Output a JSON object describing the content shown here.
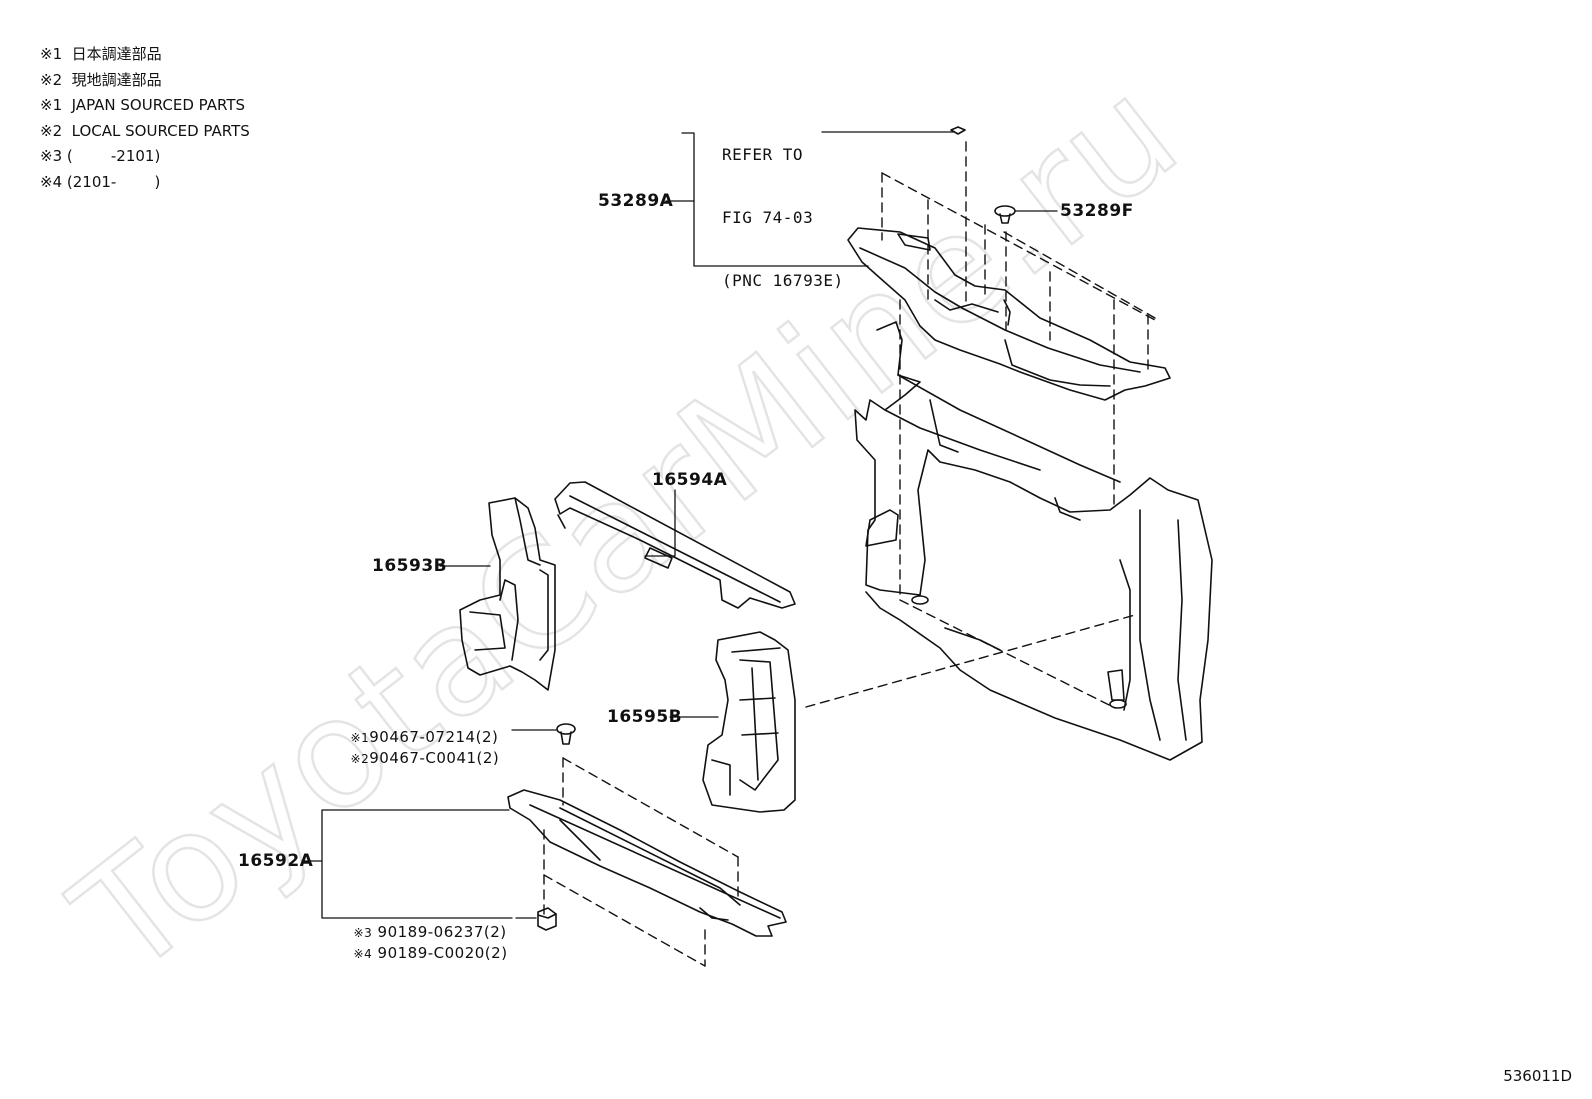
{
  "legend": [
    "※1  日本調達部品",
    "※2  現地調達部品",
    "※1  JAPAN SOURCED PARTS",
    "※2  LOCAL SOURCED PARTS",
    "※3 (        -2101)",
    "※4 (2101-        )"
  ],
  "refer": {
    "line1": "REFER TO",
    "line2": "FIG 74-03",
    "line3": "(PNC 16793E)"
  },
  "callouts": {
    "p53289A": "53289A",
    "p53289F": "53289F",
    "p16594A": "16594A",
    "p16593B": "16593B",
    "p16595B": "16595B",
    "p16592A": "16592A",
    "clip1_mark": "※1",
    "clip1_pn": "90467-07214(2)",
    "clip2_mark": "※2",
    "clip2_pn": "90467-C0041(2)",
    "nut3_mark": "※3",
    "nut3_pn": "90189-06237(2)",
    "nut4_mark": "※4",
    "nut4_pn": "90189-C0020(2)"
  },
  "watermark": "ToyotaCarMine.ru",
  "diagram_id": "536011D"
}
